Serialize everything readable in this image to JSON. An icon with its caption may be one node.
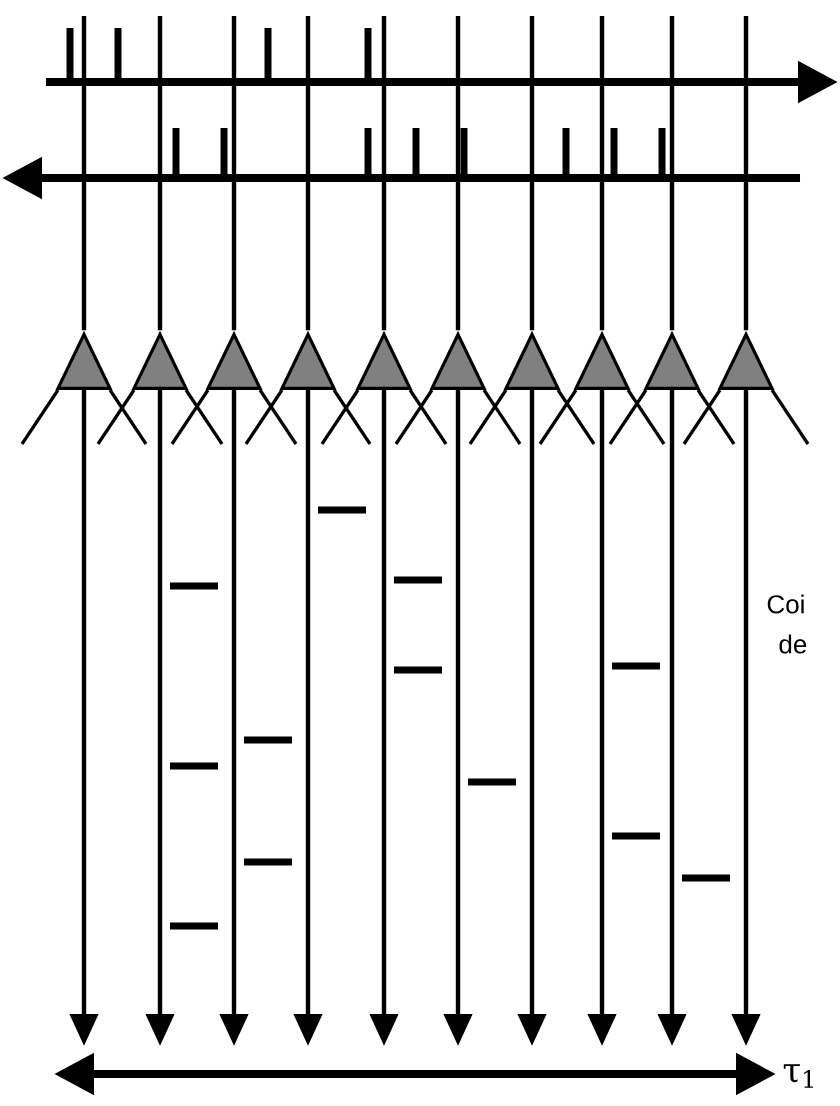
{
  "diagram": {
    "nodes": [
      {
        "text": [],
        "shape": "triangle"
      },
      {
        "text": [],
        "shape": "triangle"
      },
      {
        "text": [],
        "shape": "triangle"
      },
      {
        "text": [],
        "shape": "triangle"
      },
      {
        "text": [],
        "shape": "triangle"
      },
      {
        "text": [],
        "shape": "triangle"
      },
      {
        "text": [],
        "shape": "triangle"
      },
      {
        "text": [],
        "shape": "triangle"
      },
      {
        "text": [],
        "shape": "triangle"
      },
      {
        "text": [],
        "shape": "triangle"
      }
    ],
    "edges": [
      {
        "from": 0,
        "to": null,
        "arrow": "to"
      },
      {
        "from": 1,
        "to": null,
        "arrow": "to"
      },
      {
        "from": 2,
        "to": null,
        "arrow": "to"
      },
      {
        "from": 3,
        "to": null,
        "arrow": "to"
      },
      {
        "from": 4,
        "to": null,
        "arrow": "to"
      },
      {
        "from": 5,
        "to": null,
        "arrow": "to"
      },
      {
        "from": 6,
        "to": null,
        "arrow": "to"
      },
      {
        "from": 7,
        "to": null,
        "arrow": "to"
      },
      {
        "from": 8,
        "to": null,
        "arrow": "to"
      },
      {
        "from": 9,
        "to": null,
        "arrow": "to"
      },
      {
        "from": null,
        "to": 0,
        "arrow": "none"
      },
      {
        "from": null,
        "to": 1,
        "arrow": "none"
      },
      {
        "from": null,
        "to": 2,
        "arrow": "none"
      },
      {
        "from": null,
        "to": 3,
        "arrow": "none"
      },
      {
        "from": null,
        "to": 4,
        "arrow": "none"
      },
      {
        "from": null,
        "to": 5,
        "arrow": "none"
      },
      {
        "from": null,
        "to": 6,
        "arrow": "none"
      },
      {
        "from": null,
        "to": 7,
        "arrow": "none"
      },
      {
        "from": null,
        "to": 8,
        "arrow": "none"
      },
      {
        "from": null,
        "to": 9,
        "arrow": "none"
      }
    ],
    "labels": [
      "Coi",
      "de",
      "τ$_{1}$"
    ]
  }
}
